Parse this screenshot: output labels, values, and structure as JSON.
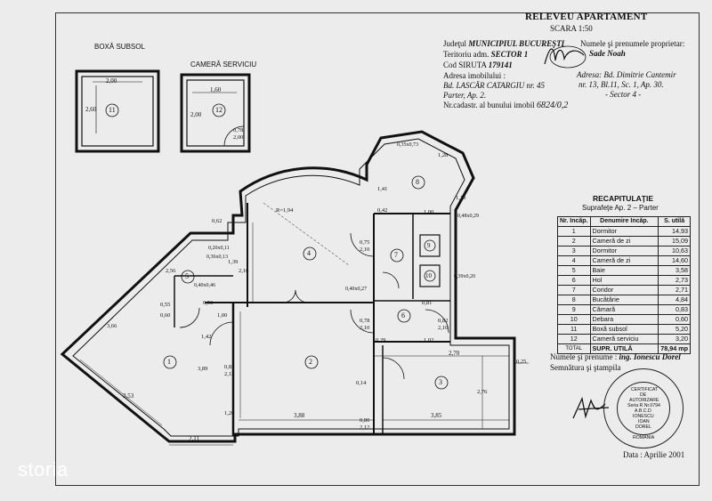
{
  "header": {
    "title": "RELEVEU APARTAMENT",
    "scale": "SCARA 1:50",
    "judet_label": "Judeţul",
    "judet_value": "MUNICIPIUL BUCUREŞTI",
    "teritoriu_label": "Teritoriu adm.",
    "teritoriu_value": "SECTOR 1",
    "siruta_label": "Cod SIRUTA",
    "siruta_value": "179141",
    "adresa_label": "Adresa imobilului :",
    "adresa_value": "Bd. LASCĂR CATARGIU",
    "adresa_nr": "nr. 45",
    "parter": "Parter, Ap. 2.",
    "nrcadastr_label": "Nr.cadastr. al bunului imobil",
    "nrcadastr_value": "6824/0,2",
    "owner_label": "Numele şi prenumele proprietar:",
    "owner_value": "Sade Noah",
    "owner_adresa": "Adresa: Bd. Dimitrie Cantemir",
    "owner_adresa2": "nr. 13, Bl.11, Sc. 1, Ap. 30.",
    "owner_sector": "- Sector 4 -"
  },
  "plan": {
    "boxa_label": "BOXĂ   SUBSOL",
    "camera_label": "CAMERĂ  SERVICIU",
    "rooms": [
      "1",
      "2",
      "3",
      "4",
      "5",
      "6",
      "7",
      "8",
      "9",
      "10",
      "11",
      "12"
    ],
    "dims": {
      "boxa_w": "2,00",
      "boxa_h": "2,60",
      "cam_w": "1,60",
      "cam_h": "2,00",
      "cam_door_a": "0,78",
      "cam_door_b": "2,00",
      "d_388": "3,88",
      "d_385": "3,85",
      "d_211": "2,11",
      "d_353": "3,53",
      "d_270": "2,70",
      "d_389": "3,89",
      "d_276": "2,76",
      "d_025": "0,25",
      "d_082a": "0,82",
      "d_212a": "2,12",
      "d_080": "0,80",
      "d_212b": "2,12",
      "d_078": "0,78",
      "d_210a": "2,10",
      "d_082b": "0,82",
      "d_210b": "2,10",
      "d_075": "0,75",
      "d_210c": "2,10",
      "d_100": "1,00",
      "d_142": "1,42",
      "d_056": "0,56",
      "d_060": "0,60",
      "d_055": "0,55",
      "d_046": "0,40x0,46",
      "d_020_011": "0,20x0,11",
      "d_036_013": "0,36x0,13",
      "d_040_027": "0,40x0,27",
      "d_039_020": "0,39x0,20",
      "d_048_029": "0,48x0,29",
      "d_035_073": "0,35x0,73",
      "d_r": "R=1,94",
      "d_141": "1,41",
      "d_128": "1,28",
      "d_081": "0,81",
      "d_042": "0,42",
      "d_102": "1,02",
      "d_029": "0,29",
      "d_014": "0,14",
      "d_120": "1,20",
      "d_139": "1,39",
      "d_216": "2,16",
      "d_366": "3,66",
      "d_256": "2,56",
      "d_113": "1,13",
      "d_062": "0,62"
    }
  },
  "recap": {
    "title": "RECAPITULAŢIE",
    "subtitle": "Suprafeţe Ap. 2 – Parter",
    "headers": [
      "Nr. Incăp.",
      "Denumire Incăp.",
      "S. utilă"
    ],
    "rows": [
      [
        "1",
        "Dormitor",
        "14,93"
      ],
      [
        "2",
        "Cameră de zi",
        "15,09"
      ],
      [
        "3",
        "Dormitor",
        "10,63"
      ],
      [
        "4",
        "Cameră de zi",
        "14,60"
      ],
      [
        "5",
        "Baie",
        "3,58"
      ],
      [
        "6",
        "Hol",
        "2,73"
      ],
      [
        "7",
        "Coridor",
        "2,71"
      ],
      [
        "8",
        "Bucătărie",
        "4,84"
      ],
      [
        "9",
        "Cămară",
        "0,83"
      ],
      [
        "10",
        "Debara",
        "0,60"
      ],
      [
        "11",
        "Boxă subsol",
        "5,20"
      ],
      [
        "12",
        "Cameră serviciu",
        "3,20"
      ]
    ],
    "total_label": "TOTAL",
    "total_name": "SUPR. UTILĂ",
    "total_value": "78,94 mp"
  },
  "footer": {
    "engineer_label": "Numele şi prenume :",
    "engineer_value": "ing. Ionescu Dorel",
    "signature_label": "Semnătura şi ştampila",
    "date": "Data : Aprilie 2001",
    "stamp_lines": [
      "CERTIFICAT",
      "DE",
      "AUTORIZARE",
      "Seria R Nr.0794",
      "A.B.C.D",
      "IONESCU",
      "IOAN",
      "DOREL",
      "ROMÂNIA"
    ]
  },
  "watermark": "storia",
  "colors": {
    "ink": "#111111",
    "paper": "#ececec",
    "watermark": "#ffffff"
  }
}
